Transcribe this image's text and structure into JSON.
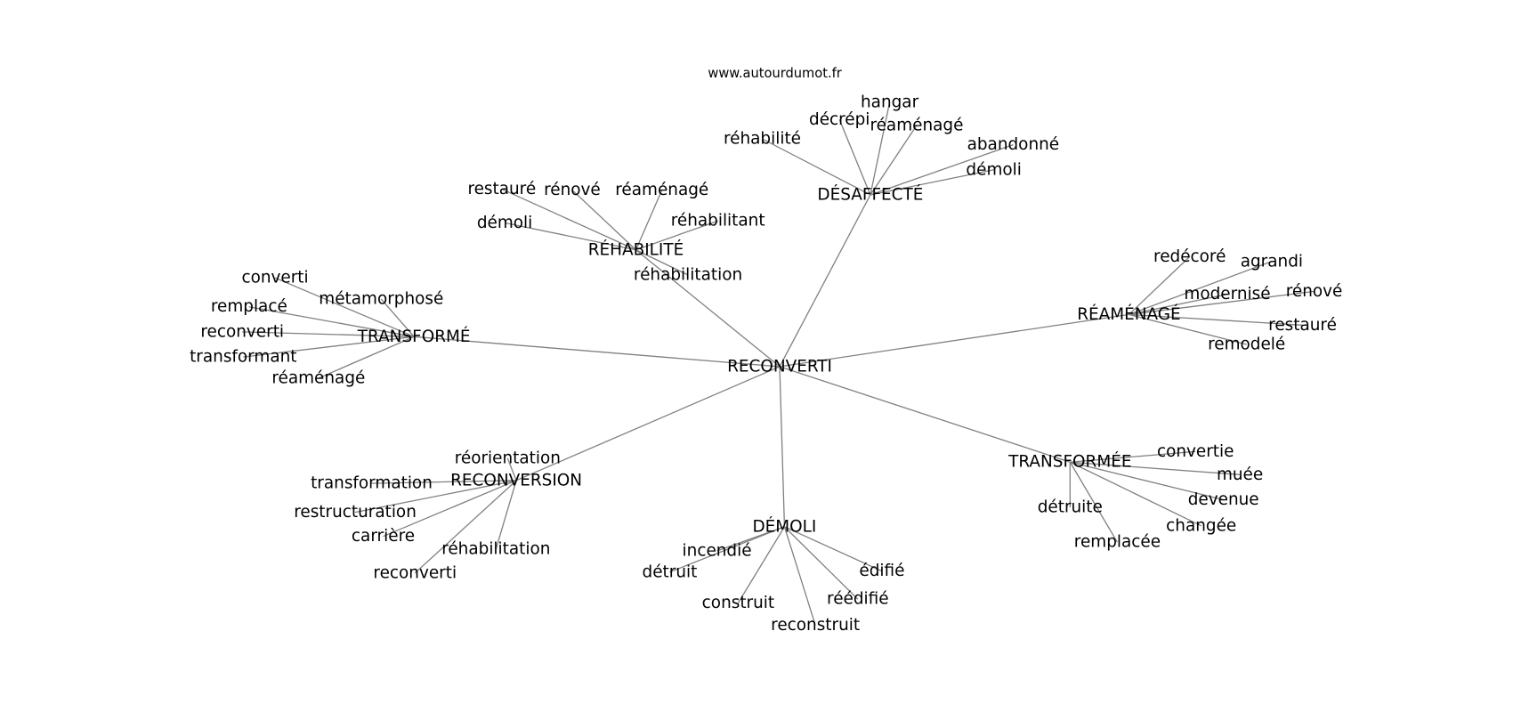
{
  "title": "www.autourdumot.fr",
  "graph": {
    "center": "RECONVERTI",
    "clusters": [
      {
        "hub": "DÉSAFFECTÉ",
        "leaves": [
          "réhabilité",
          "décrépi",
          "hangar",
          "réaménagé",
          "abandonné",
          "démoli"
        ]
      },
      {
        "hub": "RÉHABILITÉ",
        "leaves": [
          "restauré",
          "rénové",
          "réaménagé",
          "démoli",
          "réhabilitant",
          "réhabilitation"
        ]
      },
      {
        "hub": "TRANSFORMÉ",
        "leaves": [
          "converti",
          "métamorphosé",
          "remplacé",
          "reconverti",
          "transformant",
          "réaménagé"
        ]
      },
      {
        "hub": "RÉAMÉNAGÉ",
        "leaves": [
          "redécoré",
          "agrandi",
          "modernisé",
          "rénové",
          "restauré",
          "remodelé"
        ]
      },
      {
        "hub": "TRANSFORMÉE",
        "leaves": [
          "convertie",
          "muée",
          "devenue",
          "changée",
          "détruite",
          "remplacée"
        ]
      },
      {
        "hub": "DÉMOLI",
        "leaves": [
          "incendié",
          "détruit",
          "construit",
          "reconstruit",
          "réédifié",
          "édifié"
        ]
      },
      {
        "hub": "RECONVERSION",
        "leaves": [
          "réorientation",
          "transformation",
          "restructuration",
          "carrière",
          "reconverti",
          "réhabilitation"
        ]
      }
    ]
  }
}
